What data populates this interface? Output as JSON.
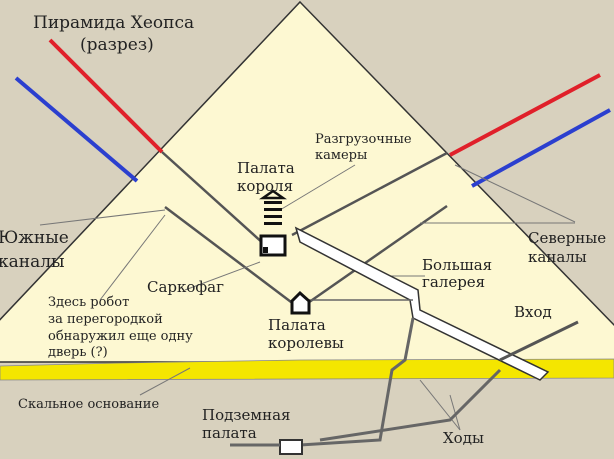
{
  "title": {
    "line1": "Пирамида Хеопса",
    "line2": "(разрез)"
  },
  "labels": {
    "relief_chambers": {
      "line1": "Разгрузочные",
      "line2": "камеры"
    },
    "kings_chamber": {
      "line1": "Палата",
      "line2": "короля"
    },
    "southern_shafts": {
      "line1": "Южные",
      "line2": "каналы"
    },
    "northern_shafts": {
      "line1": "Северные",
      "line2": "каналы"
    },
    "sarcophagus": "Саркофаг",
    "grand_gallery": {
      "line1": "Большая",
      "line2": "галерея"
    },
    "entrance": "Вход",
    "robot_note": {
      "line1": "Здесь робот",
      "line2": "за перегородкой",
      "line3": "обнаружил еще одну",
      "line4": "дверь (?)"
    },
    "queens_chamber": {
      "line1": "Палата",
      "line2": "королевы"
    },
    "bedrock": "Скальное основание",
    "subterranean_chamber": {
      "line1": "Подземная",
      "line2": "палата"
    },
    "passages": "Ходы"
  },
  "colors": {
    "background": "#d8d1be",
    "pyramid": "#fdf8d2",
    "bedrock_band": "#f4e600",
    "red_line": "#e0202a",
    "blue_line": "#2b3fcf"
  }
}
